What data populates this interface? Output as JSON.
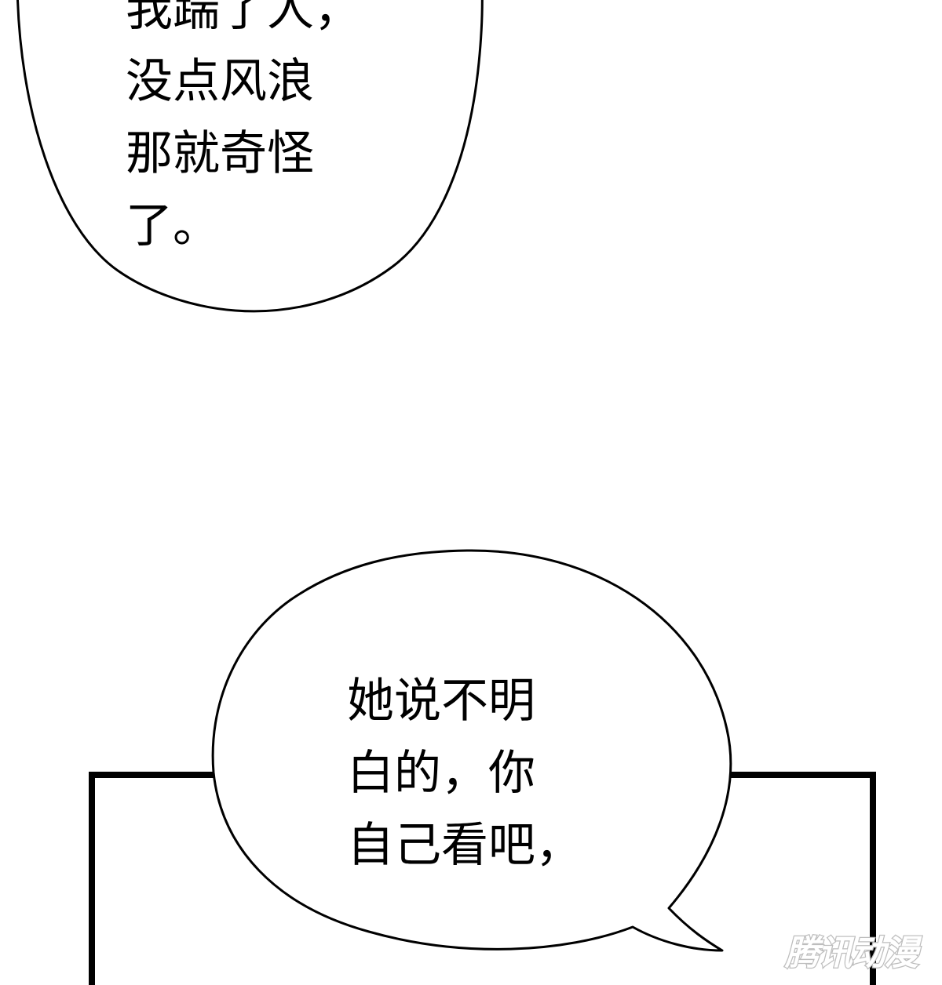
{
  "page": {
    "background_color": "#ffffff",
    "ink_color": "#000000"
  },
  "bubble_top": {
    "lines": [
      "我踹了人，",
      "没点风浪",
      "那就奇怪",
      "了。"
    ]
  },
  "bubble_bottom": {
    "lines": [
      "她说不明",
      "白的，你",
      "自己看吧，"
    ]
  },
  "watermark": {
    "text": "腾讯动漫",
    "fill_color": "#ffffff",
    "stroke_color": "#bdbdbd"
  }
}
